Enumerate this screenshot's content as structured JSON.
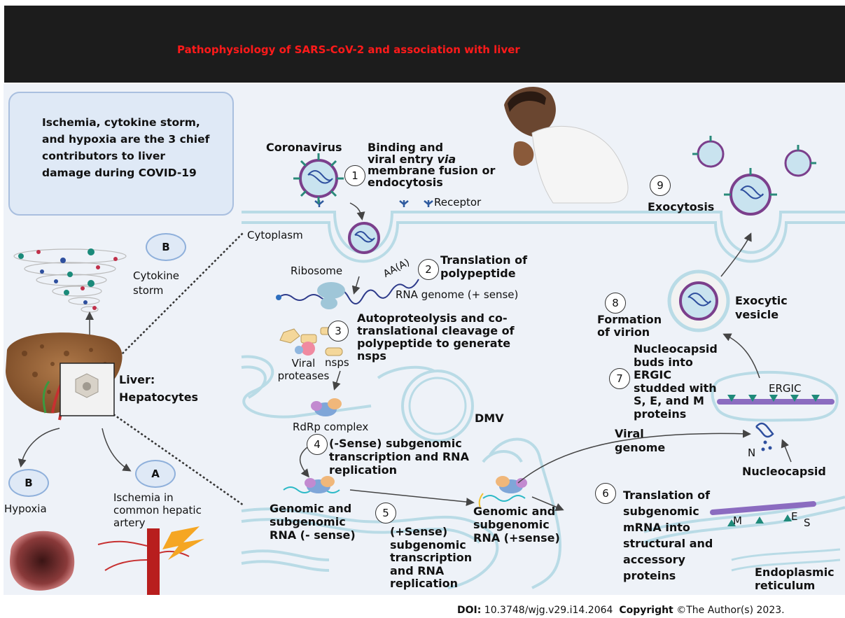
{
  "header": {
    "title": "Pathophysiology of SARS-CoV-2 and association with liver"
  },
  "info_box": {
    "text": "Ischemia, cytokine storm, and hypoxia are the 3 chief contributors to liver damage  during COVID-19"
  },
  "left_panel": {
    "bubble_cytokine": "B",
    "cytokine_label": "Cytokine storm",
    "liver_label": "Liver: Hepatocytes",
    "bubble_hypoxia": "B",
    "hypoxia_label": "Hypoxia",
    "bubble_ischemia": "A",
    "ischemia_label": "Ischemia in common hepatic artery"
  },
  "cell": {
    "coronavirus_label": "Coronavirus",
    "receptor_label": "Receptor",
    "cytoplasm_label": "Cytoplasm",
    "ribosome_label": "Ribosome",
    "polya_label": "AA(A)",
    "rna_genome_label": "RNA genome (+ sense)",
    "viral_proteases_label": "Viral proteases",
    "nsps_label": "nsps",
    "rdrp_label": "RdRp complex",
    "dmv_label": "DMV",
    "genomic_minus_label": "Genomic and subgenomic RNA (- sense)",
    "genomic_plus_label": "Genomic and subgenomic RNA (+sense)",
    "viral_genome_label": "Viral genome",
    "ergic_label": "ERGIC",
    "n_label": "N",
    "nucleocapsid_label": "Nucleocapsid",
    "m_label": "M",
    "e_label": "E",
    "s_label": "S",
    "er_label": "Endoplasmic reticulum",
    "exocytic_vesicle_label": "Exocytic vesicle"
  },
  "steps": [
    {
      "number": "1",
      "text": "Binding and viral entry via membrane fusion or endocytosis"
    },
    {
      "number": "2",
      "text": "Translation of polypeptide"
    },
    {
      "number": "3",
      "text": "Autoproteolysis and co-translational cleavage of polypeptide to generate nsps"
    },
    {
      "number": "4",
      "text": "(-Sense) subgenomic transcription and RNA replication"
    },
    {
      "number": "5",
      "text": "(+Sense) subgenomic transcription and RNA replication"
    },
    {
      "number": "6",
      "text": "Translation of subgenomic mRNA into structural and accessory proteins"
    },
    {
      "number": "7",
      "text": "Nucleocapsid buds into ERGIC studded with S, E, and M proteins"
    },
    {
      "number": "8",
      "text": "Formation of virion"
    },
    {
      "number": "9",
      "text": "Exocytosis"
    }
  ],
  "step1_parts": {
    "a": "Binding and",
    "b": "viral entry ",
    "via": "via",
    "c": "membrane fusion or",
    "d": "endocytosis"
  },
  "footer": {
    "doi_label": "DOI:",
    "doi_value": "10.3748/wjg.v29.i14.2064",
    "copyright_label": "Copyright",
    "copyright_value": "©The Author(s) 2023."
  },
  "colors": {
    "title": "#ff1a1a",
    "header_bg": "#1c1c1c",
    "panel_bg": "#eef2f8",
    "info_bg": "#dfe9f6",
    "membrane": "#b9dbe6"
  }
}
